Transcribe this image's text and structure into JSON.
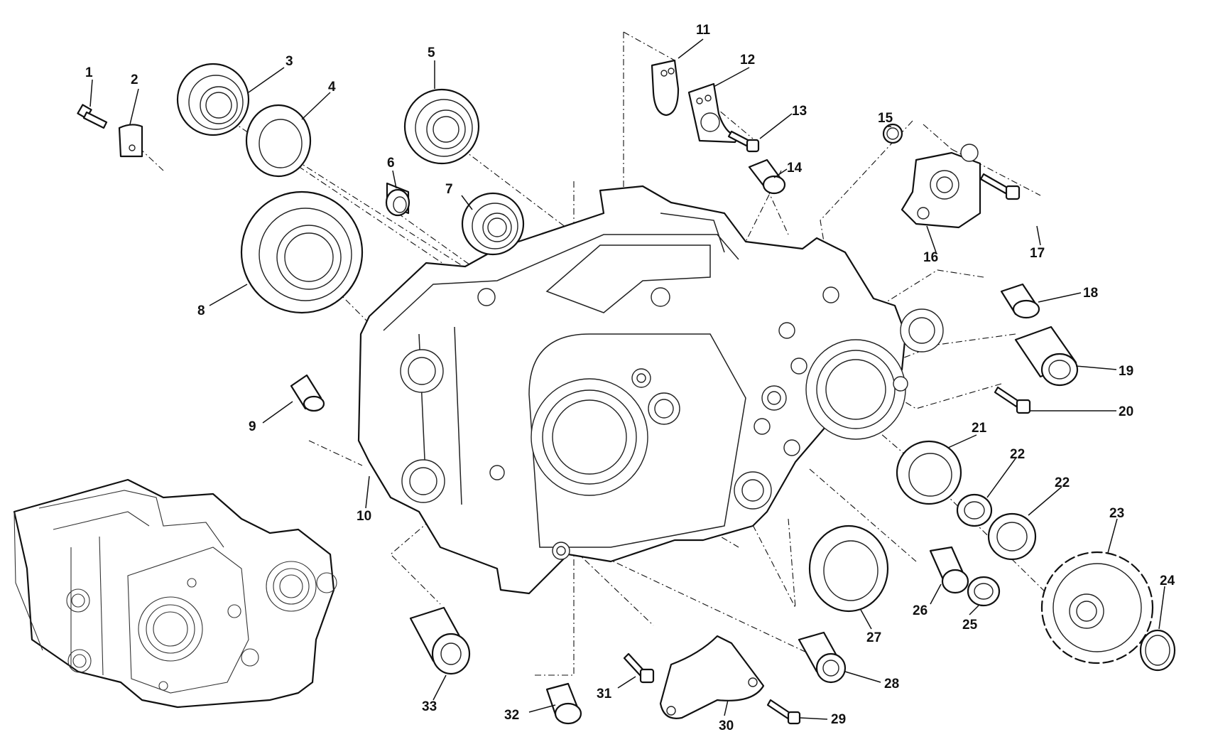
{
  "callouts": [
    {
      "id": "1",
      "text": "1"
    },
    {
      "id": "2",
      "text": "2"
    },
    {
      "id": "3",
      "text": "3"
    },
    {
      "id": "4",
      "text": "4"
    },
    {
      "id": "5",
      "text": "5"
    },
    {
      "id": "6",
      "text": "6"
    },
    {
      "id": "7",
      "text": "7"
    },
    {
      "id": "8",
      "text": "8"
    },
    {
      "id": "9",
      "text": "9"
    },
    {
      "id": "10",
      "text": "10"
    },
    {
      "id": "11",
      "text": "11"
    },
    {
      "id": "12",
      "text": "12"
    },
    {
      "id": "13",
      "text": "13"
    },
    {
      "id": "14",
      "text": "14"
    },
    {
      "id": "15",
      "text": "15"
    },
    {
      "id": "16",
      "text": "16"
    },
    {
      "id": "17",
      "text": "17"
    },
    {
      "id": "18",
      "text": "18"
    },
    {
      "id": "19",
      "text": "19"
    },
    {
      "id": "20",
      "text": "20"
    },
    {
      "id": "21",
      "text": "21"
    },
    {
      "id": "22a",
      "text": "22"
    },
    {
      "id": "22b",
      "text": "22"
    },
    {
      "id": "23",
      "text": "23"
    },
    {
      "id": "24",
      "text": "24"
    },
    {
      "id": "25",
      "text": "25"
    },
    {
      "id": "26",
      "text": "26"
    },
    {
      "id": "27",
      "text": "27"
    },
    {
      "id": "28",
      "text": "28"
    },
    {
      "id": "29",
      "text": "29"
    },
    {
      "id": "30",
      "text": "30"
    },
    {
      "id": "31",
      "text": "31"
    },
    {
      "id": "32",
      "text": "32"
    },
    {
      "id": "33",
      "text": "33"
    }
  ]
}
